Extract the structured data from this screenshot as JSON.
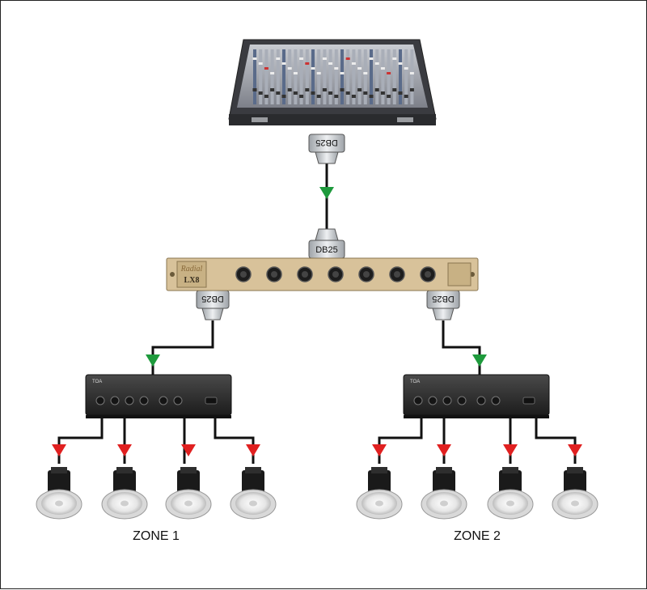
{
  "connectors": {
    "top_mixer_out": "DB25",
    "splitter_in": "DB25",
    "splitter_out_left": "DB25",
    "splitter_out_right": "DB25"
  },
  "splitter": {
    "brand": "Radial",
    "model": "LX8"
  },
  "amplifier": {
    "brand": "TOA"
  },
  "zones": [
    {
      "label": "ZONE 1"
    },
    {
      "label": "ZONE 2"
    }
  ],
  "colors": {
    "arrow_green": "#1e9a3c",
    "arrow_red": "#e02020",
    "cable": "#111111",
    "splitter_panel": "#d8c29a",
    "amp_body": "#2c2c2c"
  }
}
